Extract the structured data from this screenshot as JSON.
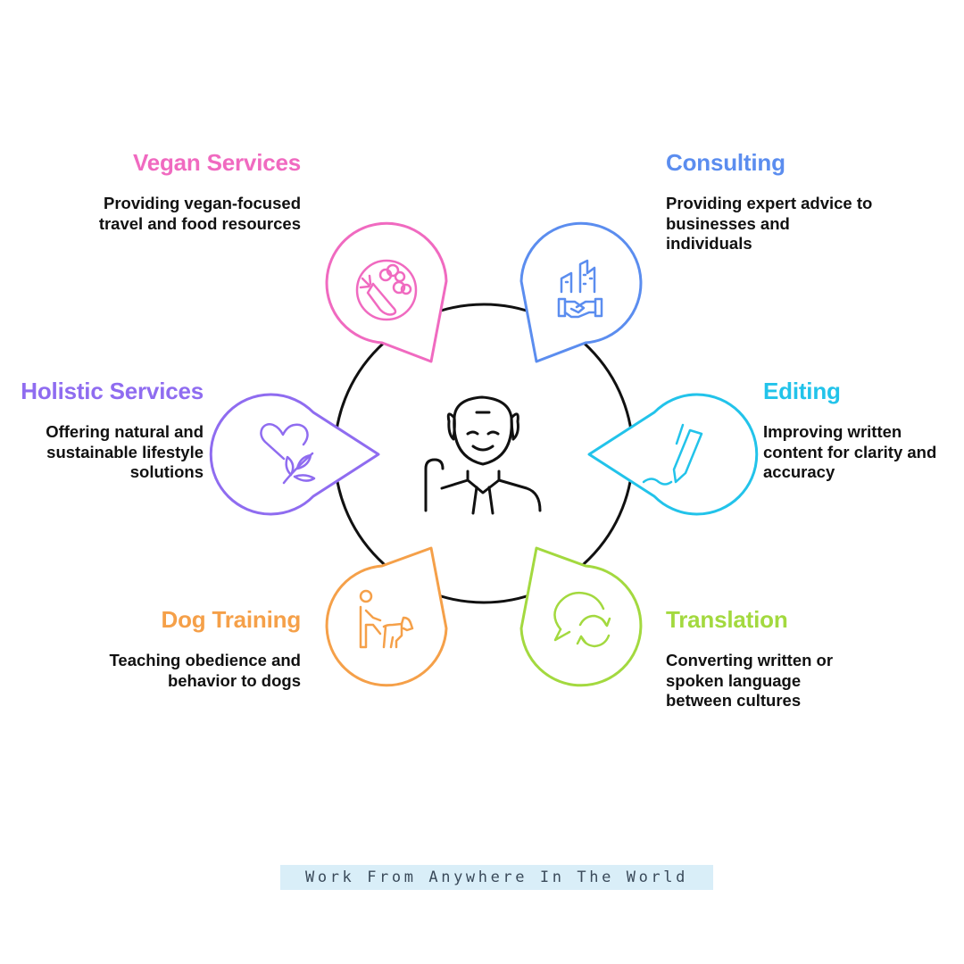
{
  "services": [
    {
      "key": "vegan",
      "title": "Vegan Services",
      "description": "Providing vegan-focused travel and food resources",
      "color": "#f06ac0",
      "icon": "vegan-food-icon"
    },
    {
      "key": "consulting",
      "title": "Consulting",
      "description": "Providing expert advice to businesses and individuals",
      "color": "#5b8def",
      "icon": "handshake-buildings-icon"
    },
    {
      "key": "holistic",
      "title": "Holistic Services",
      "description": "Offering natural and sustainable lifestyle solutions",
      "color": "#8f6cf0",
      "icon": "heart-leaf-icon"
    },
    {
      "key": "editing",
      "title": "Editing",
      "description": "Improving written content for clarity and accuracy",
      "color": "#22c3ea",
      "icon": "pen-writing-icon"
    },
    {
      "key": "dog",
      "title": "Dog Training",
      "description": "Teaching obedience and behavior to dogs",
      "color": "#f5a049",
      "icon": "person-dog-icon"
    },
    {
      "key": "translation",
      "title": "Translation",
      "description": "Converting written or spoken language between cultures",
      "color": "#a3d93f",
      "icon": "chat-translate-icon"
    }
  ],
  "center": {
    "icon": "elderly-man-icon",
    "color": "#111111"
  },
  "tagline": "Work From Anywhere In The World",
  "colors": {
    "tagline_bg": "#d9eef8",
    "ring": "#111111"
  }
}
